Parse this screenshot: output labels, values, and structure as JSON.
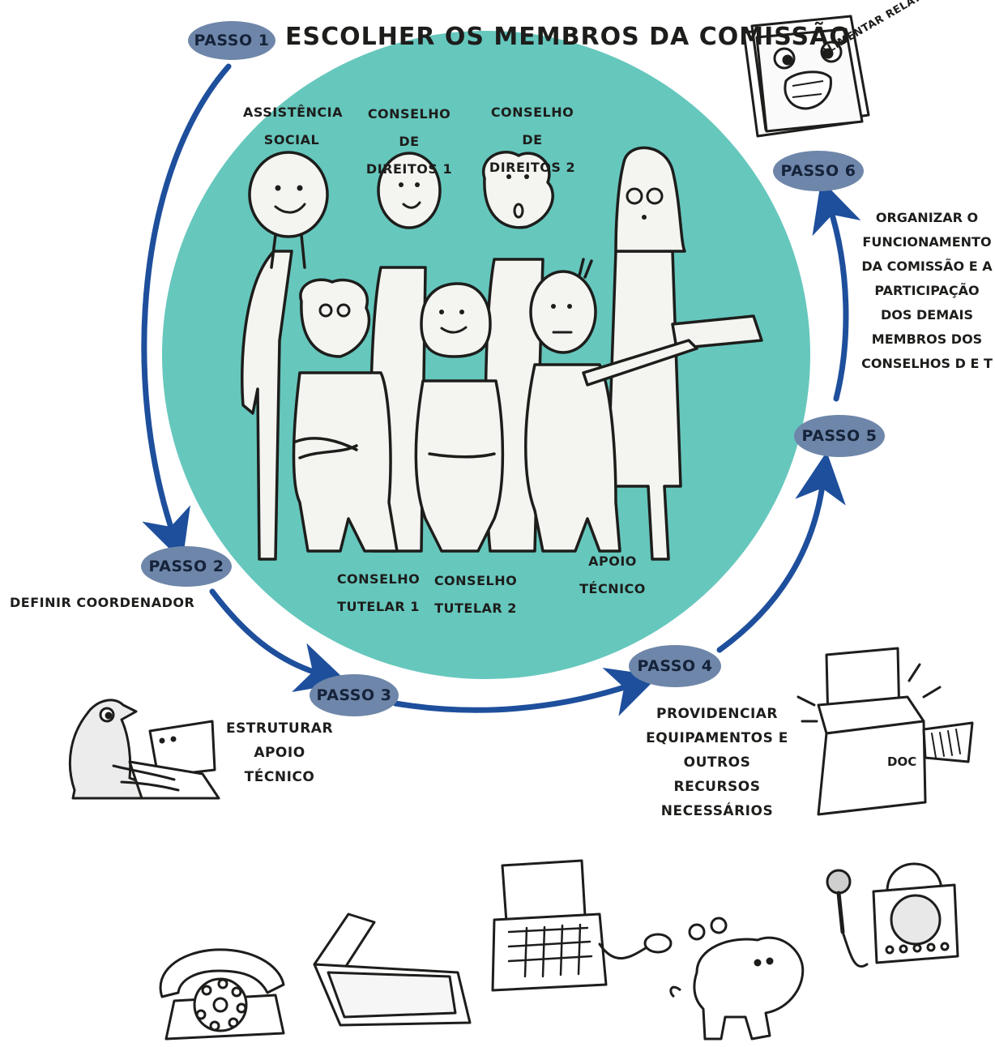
{
  "title": "Escolher os membros da comissão",
  "colors": {
    "circle": "#66c7bd",
    "arrow": "#1e4f9c",
    "pill": "#6e86a9",
    "figure_fill": "#f4f4f1",
    "ink": "#1d1d1b"
  },
  "steps": [
    {
      "label": "Passo 1"
    },
    {
      "label": "Passo 2",
      "description": "Definir coordenador"
    },
    {
      "label": "Passo 3",
      "description": "Estruturar apoio técnico"
    },
    {
      "label": "Passo 4",
      "description": "Providenciar equipamentos e outros recursos necessários"
    },
    {
      "label": "Passo 5",
      "description": "Organizar o funcionamento da comissão e a participação dos demais membros dos conselhos D e T"
    },
    {
      "label": "Passo 6",
      "description": "Alimentar relatório"
    }
  ],
  "members": {
    "assistencia": [
      "Assistência",
      "social"
    ],
    "direitos1": [
      "Conselho de",
      "direitos 1"
    ],
    "direitos2": [
      "Conselho de",
      "direitos 2"
    ],
    "tutelar1": [
      "Conselho",
      "tutelar 1"
    ],
    "tutelar2": [
      "Conselho",
      "tutelar 2"
    ],
    "apoio": [
      "Apoio",
      "técnico"
    ]
  },
  "step4_lines": [
    "Providenciar",
    "equipamentos e",
    "outros recursos",
    "necessários"
  ],
  "step5_lines": [
    "Organizar o",
    "funcionamento",
    "da comissão e a",
    "participação",
    "dos demais",
    "membros dos",
    "conselhos D e T"
  ],
  "step3_lines": [
    "Estruturar",
    "apoio técnico"
  ],
  "icons": [
    "report-icon",
    "person-laptop-icon",
    "printer-icon",
    "telephone-icon",
    "laptop-icon",
    "computer-icon",
    "piggy-bank-icon",
    "microphone-icon",
    "radio-icon"
  ],
  "doc_label": "DOC"
}
